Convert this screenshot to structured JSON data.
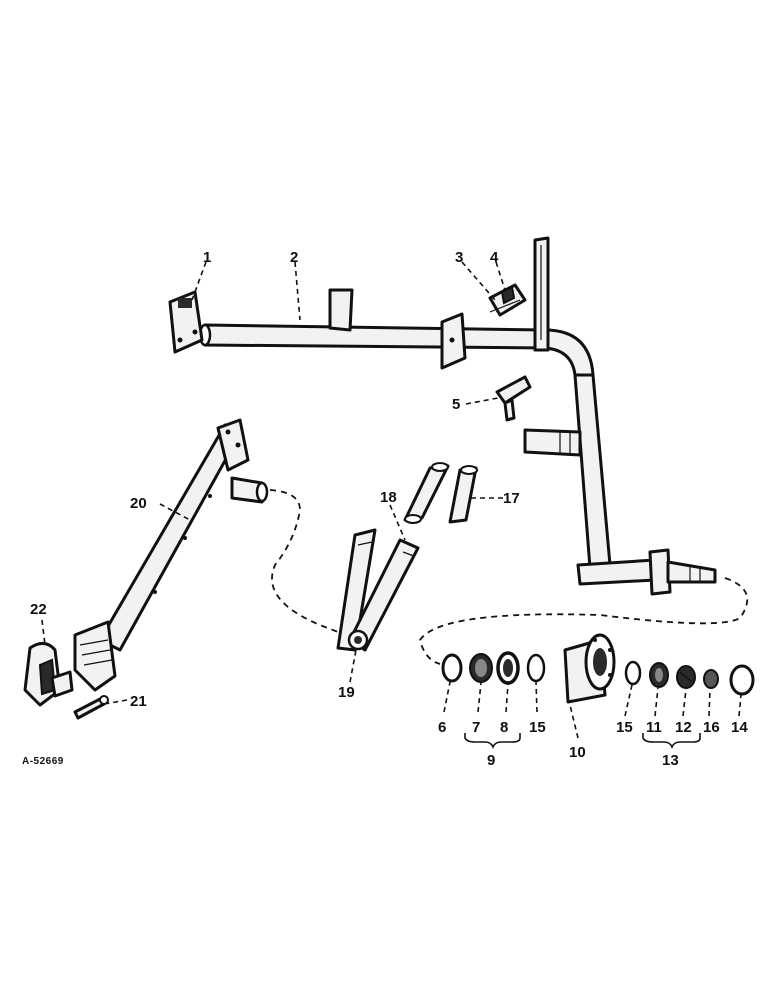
{
  "diagram": {
    "reference_code": "A-52669",
    "callouts": [
      {
        "id": "1",
        "label": "1"
      },
      {
        "id": "2",
        "label": "2"
      },
      {
        "id": "3",
        "label": "3"
      },
      {
        "id": "4",
        "label": "4"
      },
      {
        "id": "5",
        "label": "5"
      },
      {
        "id": "6",
        "label": "6"
      },
      {
        "id": "7",
        "label": "7"
      },
      {
        "id": "8",
        "label": "8"
      },
      {
        "id": "9",
        "label": "9"
      },
      {
        "id": "10",
        "label": "10"
      },
      {
        "id": "11",
        "label": "11"
      },
      {
        "id": "12",
        "label": "12"
      },
      {
        "id": "13",
        "label": "13"
      },
      {
        "id": "14",
        "label": "14"
      },
      {
        "id": "15a",
        "label": "15"
      },
      {
        "id": "15b",
        "label": "15"
      },
      {
        "id": "16",
        "label": "16"
      },
      {
        "id": "17",
        "label": "17"
      },
      {
        "id": "18",
        "label": "18"
      },
      {
        "id": "19",
        "label": "19"
      },
      {
        "id": "20",
        "label": "20"
      },
      {
        "id": "21",
        "label": "21"
      },
      {
        "id": "22",
        "label": "22"
      }
    ]
  }
}
